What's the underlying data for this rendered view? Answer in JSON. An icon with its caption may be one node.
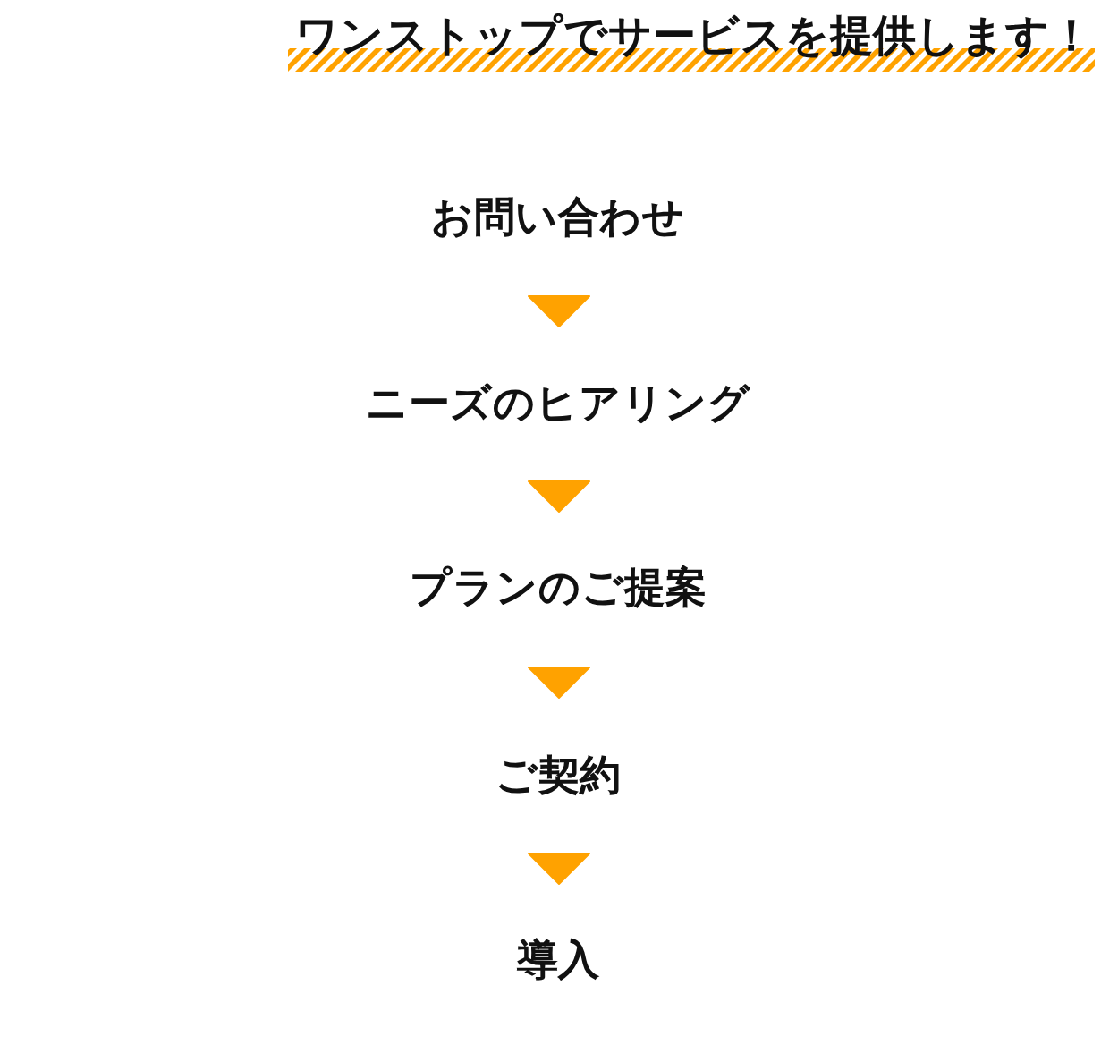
{
  "diagram": {
    "title": "ワンストップでサービスを提供します！",
    "nodes": [
      {
        "text": [
          "お問い合わせ"
        ]
      },
      {
        "text": [
          "ニーズのヒアリング"
        ]
      },
      {
        "text": [
          "プランのご提案"
        ]
      },
      {
        "text": [
          "ご契約"
        ]
      },
      {
        "text": [
          "導入"
        ]
      }
    ],
    "edges": [
      {
        "from": 0,
        "to": 1,
        "arrow": "to"
      },
      {
        "from": 1,
        "to": 2,
        "arrow": "to"
      },
      {
        "from": 2,
        "to": 3,
        "arrow": "to"
      },
      {
        "from": 3,
        "to": 4,
        "arrow": "to"
      }
    ]
  }
}
